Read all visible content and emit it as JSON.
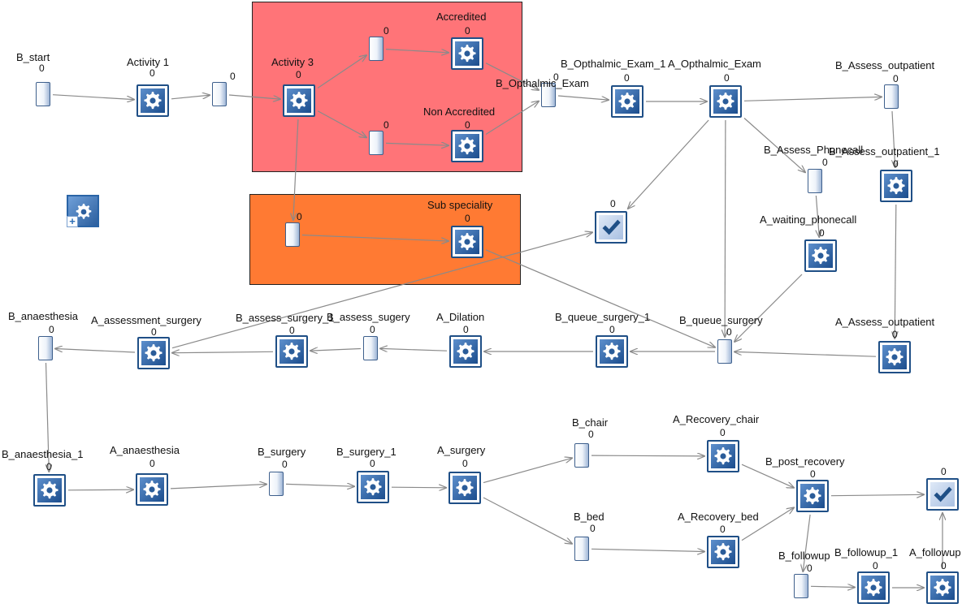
{
  "regions": [
    {
      "id": "red",
      "color": "#ff7478"
    },
    {
      "id": "orange",
      "color": "#ff7a33"
    }
  ],
  "colors": {
    "edge": "#8a8a8a",
    "activity_border": "#1f4f86",
    "buffer_border": "#3d5f8c"
  },
  "nodes": [
    {
      "id": "b_start",
      "type": "buffer",
      "label": "B_start",
      "count": "0"
    },
    {
      "id": "activity_1",
      "type": "activity",
      "label": "Activity 1",
      "count": "0"
    },
    {
      "id": "buf_after_a1",
      "type": "buffer",
      "label": "",
      "count": "0"
    },
    {
      "id": "activity_3",
      "type": "activity",
      "label": "Activity 3",
      "count": "0"
    },
    {
      "id": "buf_acc",
      "type": "buffer",
      "label": "",
      "count": "0"
    },
    {
      "id": "accredited",
      "type": "activity",
      "label": "Accredited",
      "count": "0"
    },
    {
      "id": "buf_nonacc",
      "type": "buffer",
      "label": "",
      "count": "0"
    },
    {
      "id": "non_accredited",
      "type": "activity",
      "label": "Non Accredited",
      "count": "0"
    },
    {
      "id": "buf_sub",
      "type": "buffer",
      "label": "",
      "count": "0"
    },
    {
      "id": "sub_speciality",
      "type": "activity",
      "label": "Sub speciality",
      "count": "0"
    },
    {
      "id": "b_opth",
      "type": "buffer",
      "label": "B_Opthalmic_Exam",
      "count": "0"
    },
    {
      "id": "b_opth_1",
      "type": "activity",
      "label": "B_Opthalmic_Exam_1",
      "count": "0"
    },
    {
      "id": "a_opth",
      "type": "activity",
      "label": "A_Opthalmic_Exam",
      "count": "0"
    },
    {
      "id": "sink_mid",
      "type": "sink",
      "label": "",
      "count": "0"
    },
    {
      "id": "b_assess_out",
      "type": "buffer",
      "label": "B_Assess_outpatient",
      "count": "0"
    },
    {
      "id": "b_assess_phone",
      "type": "buffer",
      "label": "B_Assess_Phonecall",
      "count": "0"
    },
    {
      "id": "b_assess_out_1",
      "type": "activity",
      "label": "B_Assess_outpatient_1",
      "count": "0"
    },
    {
      "id": "a_wait_phone",
      "type": "activity",
      "label": "A_waiting_phonecall",
      "count": "0"
    },
    {
      "id": "a_assess_out",
      "type": "activity",
      "label": "A_Assess_outpatient",
      "count": "0"
    },
    {
      "id": "b_queue",
      "type": "buffer",
      "label": "B_queue_surgery",
      "count": "0"
    },
    {
      "id": "b_queue_1",
      "type": "activity",
      "label": "B_queue_surgery_1",
      "count": "0"
    },
    {
      "id": "a_dilation",
      "type": "activity",
      "label": "A_Dilation",
      "count": "0"
    },
    {
      "id": "b_assess_sug",
      "type": "buffer",
      "label": "B_assess_sugery",
      "count": "0"
    },
    {
      "id": "b_assess_surg_1",
      "type": "activity",
      "label": "B_assess_surgery_1",
      "count": "0"
    },
    {
      "id": "a_assess_surg",
      "type": "activity",
      "label": "A_assessment_surgery",
      "count": "0"
    },
    {
      "id": "b_anaes",
      "type": "buffer",
      "label": "B_anaesthesia",
      "count": "0"
    },
    {
      "id": "b_anaes_1",
      "type": "activity",
      "label": "B_anaesthesia_1",
      "count": "0"
    },
    {
      "id": "a_anaes",
      "type": "activity",
      "label": "A_anaesthesia",
      "count": "0"
    },
    {
      "id": "b_surgery",
      "type": "buffer",
      "label": "B_surgery",
      "count": "0"
    },
    {
      "id": "b_surgery_1",
      "type": "activity",
      "label": "B_surgery_1",
      "count": "0"
    },
    {
      "id": "a_surgery",
      "type": "activity",
      "label": "A_surgery",
      "count": "0"
    },
    {
      "id": "b_chair",
      "type": "buffer",
      "label": "B_chair",
      "count": "0"
    },
    {
      "id": "b_bed",
      "type": "buffer",
      "label": "B_bed",
      "count": "0"
    },
    {
      "id": "a_rec_chair",
      "type": "activity",
      "label": "A_Recovery_chair",
      "count": "0"
    },
    {
      "id": "a_rec_bed",
      "type": "activity",
      "label": "A_Recovery_bed",
      "count": "0"
    },
    {
      "id": "b_post_rec",
      "type": "activity",
      "label": "B_post_recovery",
      "count": "0"
    },
    {
      "id": "sink_end",
      "type": "sink",
      "label": "",
      "count": "0"
    },
    {
      "id": "b_followup",
      "type": "buffer",
      "label": "B_followup",
      "count": "0"
    },
    {
      "id": "b_followup_1",
      "type": "activity",
      "label": "B_followup_1",
      "count": "0"
    },
    {
      "id": "a_followup",
      "type": "activity",
      "label": "A_followup",
      "count": "0"
    }
  ],
  "edges": [
    [
      "b_start",
      "activity_1"
    ],
    [
      "activity_1",
      "buf_after_a1"
    ],
    [
      "buf_after_a1",
      "activity_3"
    ],
    [
      "activity_3",
      "buf_acc"
    ],
    [
      "activity_3",
      "buf_nonacc"
    ],
    [
      "activity_3",
      "buf_sub"
    ],
    [
      "buf_acc",
      "accredited"
    ],
    [
      "buf_nonacc",
      "non_accredited"
    ],
    [
      "buf_sub",
      "sub_speciality"
    ],
    [
      "accredited",
      "b_opth"
    ],
    [
      "non_accredited",
      "b_opth"
    ],
    [
      "b_opth",
      "b_opth_1"
    ],
    [
      "b_opth_1",
      "a_opth"
    ],
    [
      "a_opth",
      "b_assess_out"
    ],
    [
      "a_opth",
      "b_assess_phone"
    ],
    [
      "a_opth",
      "sink_mid"
    ],
    [
      "a_opth",
      "b_queue"
    ],
    [
      "b_assess_phone",
      "a_wait_phone"
    ],
    [
      "a_wait_phone",
      "b_queue"
    ],
    [
      "b_assess_out",
      "b_assess_out_1"
    ],
    [
      "b_assess_out_1",
      "a_assess_out"
    ],
    [
      "a_assess_out",
      "b_queue"
    ],
    [
      "sub_speciality",
      "b_queue"
    ],
    [
      "b_queue",
      "b_queue_1"
    ],
    [
      "b_queue_1",
      "a_dilation"
    ],
    [
      "a_dilation",
      "b_assess_sug"
    ],
    [
      "b_assess_sug",
      "b_assess_surg_1"
    ],
    [
      "b_assess_surg_1",
      "a_assess_surg"
    ],
    [
      "a_assess_surg",
      "b_anaes"
    ],
    [
      "a_assess_surg",
      "sink_mid"
    ],
    [
      "b_anaes",
      "b_anaes_1"
    ],
    [
      "b_anaes_1",
      "a_anaes"
    ],
    [
      "a_anaes",
      "b_surgery"
    ],
    [
      "b_surgery",
      "b_surgery_1"
    ],
    [
      "b_surgery_1",
      "a_surgery"
    ],
    [
      "a_surgery",
      "b_chair"
    ],
    [
      "a_surgery",
      "b_bed"
    ],
    [
      "b_chair",
      "a_rec_chair"
    ],
    [
      "b_bed",
      "a_rec_bed"
    ],
    [
      "a_rec_chair",
      "b_post_rec"
    ],
    [
      "a_rec_bed",
      "b_post_rec"
    ],
    [
      "b_post_rec",
      "sink_end"
    ],
    [
      "b_post_rec",
      "b_followup"
    ],
    [
      "b_followup",
      "b_followup_1"
    ],
    [
      "b_followup_1",
      "a_followup"
    ],
    [
      "a_followup",
      "sink_end"
    ]
  ],
  "palette": {
    "icon": "add-activity-icon"
  }
}
